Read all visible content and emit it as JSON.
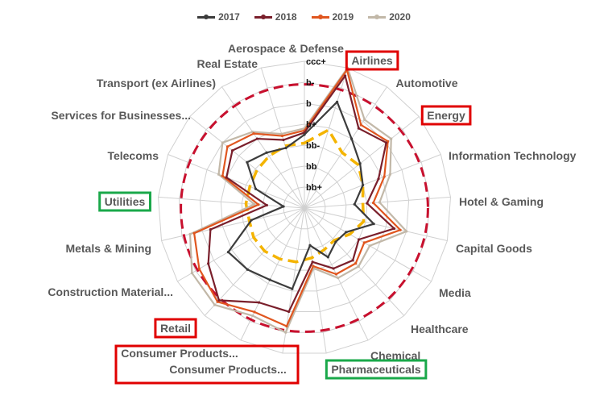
{
  "chart_data": {
    "type": "radar",
    "categories": [
      "Aerospace & Defense",
      "Airlines",
      "Automotive",
      "Energy",
      "Information Technology",
      "Hotel & Gaming",
      "Capital Goods",
      "Media",
      "Healthcare",
      "Chemical",
      "Pharmaceuticals",
      "Consumer Products...",
      "Consumer Products...",
      "Retail",
      "Construction Material...",
      "Metals & Mining",
      "Utilities",
      "Telecoms",
      "Services for Businesses...",
      "Transport (ex Airlines)",
      "Real Estate"
    ],
    "rating_ticks": [
      "bb+",
      "bb",
      "bb-",
      "b+",
      "b",
      "b-",
      "ccc+"
    ],
    "rlim": [
      0,
      7
    ],
    "series": [
      {
        "name": "2017",
        "color": "#3c3c3c",
        "values": [
          3.5,
          5.3,
          4.0,
          3.4,
          3.0,
          2.4,
          3.4,
          2.3,
          2.2,
          2.6,
          1.8,
          3.9,
          3.8,
          4.0,
          4.2,
          2.6,
          1.0,
          2.5,
          3.5,
          3.2,
          3.0
        ]
      },
      {
        "name": "2018",
        "color": "#7a1f2b",
        "values": [
          3.6,
          6.6,
          4.6,
          5.0,
          3.8,
          3.0,
          4.4,
          3.0,
          3.4,
          3.2,
          2.6,
          5.0,
          5.0,
          6.0,
          5.3,
          4.6,
          1.8,
          4.0,
          4.4,
          4.0,
          3.4
        ]
      },
      {
        "name": "2019",
        "color": "#e0561f",
        "values": [
          3.7,
          6.9,
          4.8,
          5.1,
          4.1,
          3.3,
          4.7,
          3.3,
          3.6,
          3.5,
          2.8,
          5.7,
          5.5,
          6.1,
          5.8,
          5.4,
          2.2,
          4.2,
          4.7,
          4.3,
          3.6
        ]
      },
      {
        "name": "2020",
        "color": "#c2b8a8",
        "values": [
          3.8,
          7.0,
          5.1,
          5.3,
          4.4,
          3.6,
          5.0,
          3.6,
          3.8,
          3.7,
          2.9,
          6.0,
          5.7,
          6.3,
          6.2,
          5.6,
          2.4,
          4.4,
          5.0,
          4.4,
          3.7
        ]
      }
    ],
    "reference_lines": [
      {
        "style": "dashed",
        "color": "#c8102e",
        "value": 5.9
      },
      {
        "style": "dashed",
        "color": "#f4b400",
        "value": "irregular"
      }
    ],
    "highlight_red": [
      "Airlines",
      "Energy",
      "Retail",
      "Consumer Products..."
    ],
    "highlight_green": [
      "Utilities",
      "Pharmaceuticals"
    ],
    "legend_position": "top"
  }
}
